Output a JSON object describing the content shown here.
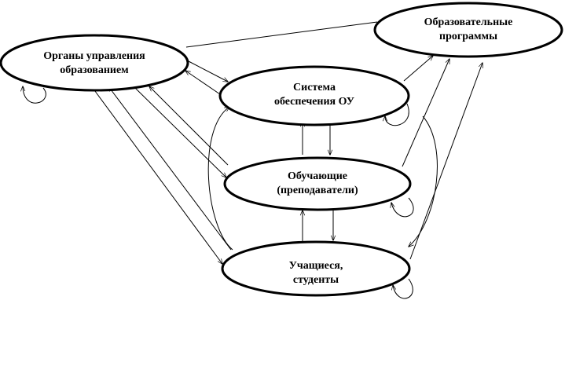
{
  "nodes": {
    "management": {
      "line1": "Органы управления",
      "line2": "образованием"
    },
    "support": {
      "line1": "Система",
      "line2": "обеспечения ОУ"
    },
    "programs": {
      "line1": "Образовательные",
      "line2": "программы"
    },
    "teachers": {
      "line1": "Обучающие",
      "line2": "(преподаватели)"
    },
    "students": {
      "line1": "Учащиеся,",
      "line2": "студенты"
    }
  },
  "colors": {
    "stroke": "#000000",
    "background": "#ffffff"
  }
}
